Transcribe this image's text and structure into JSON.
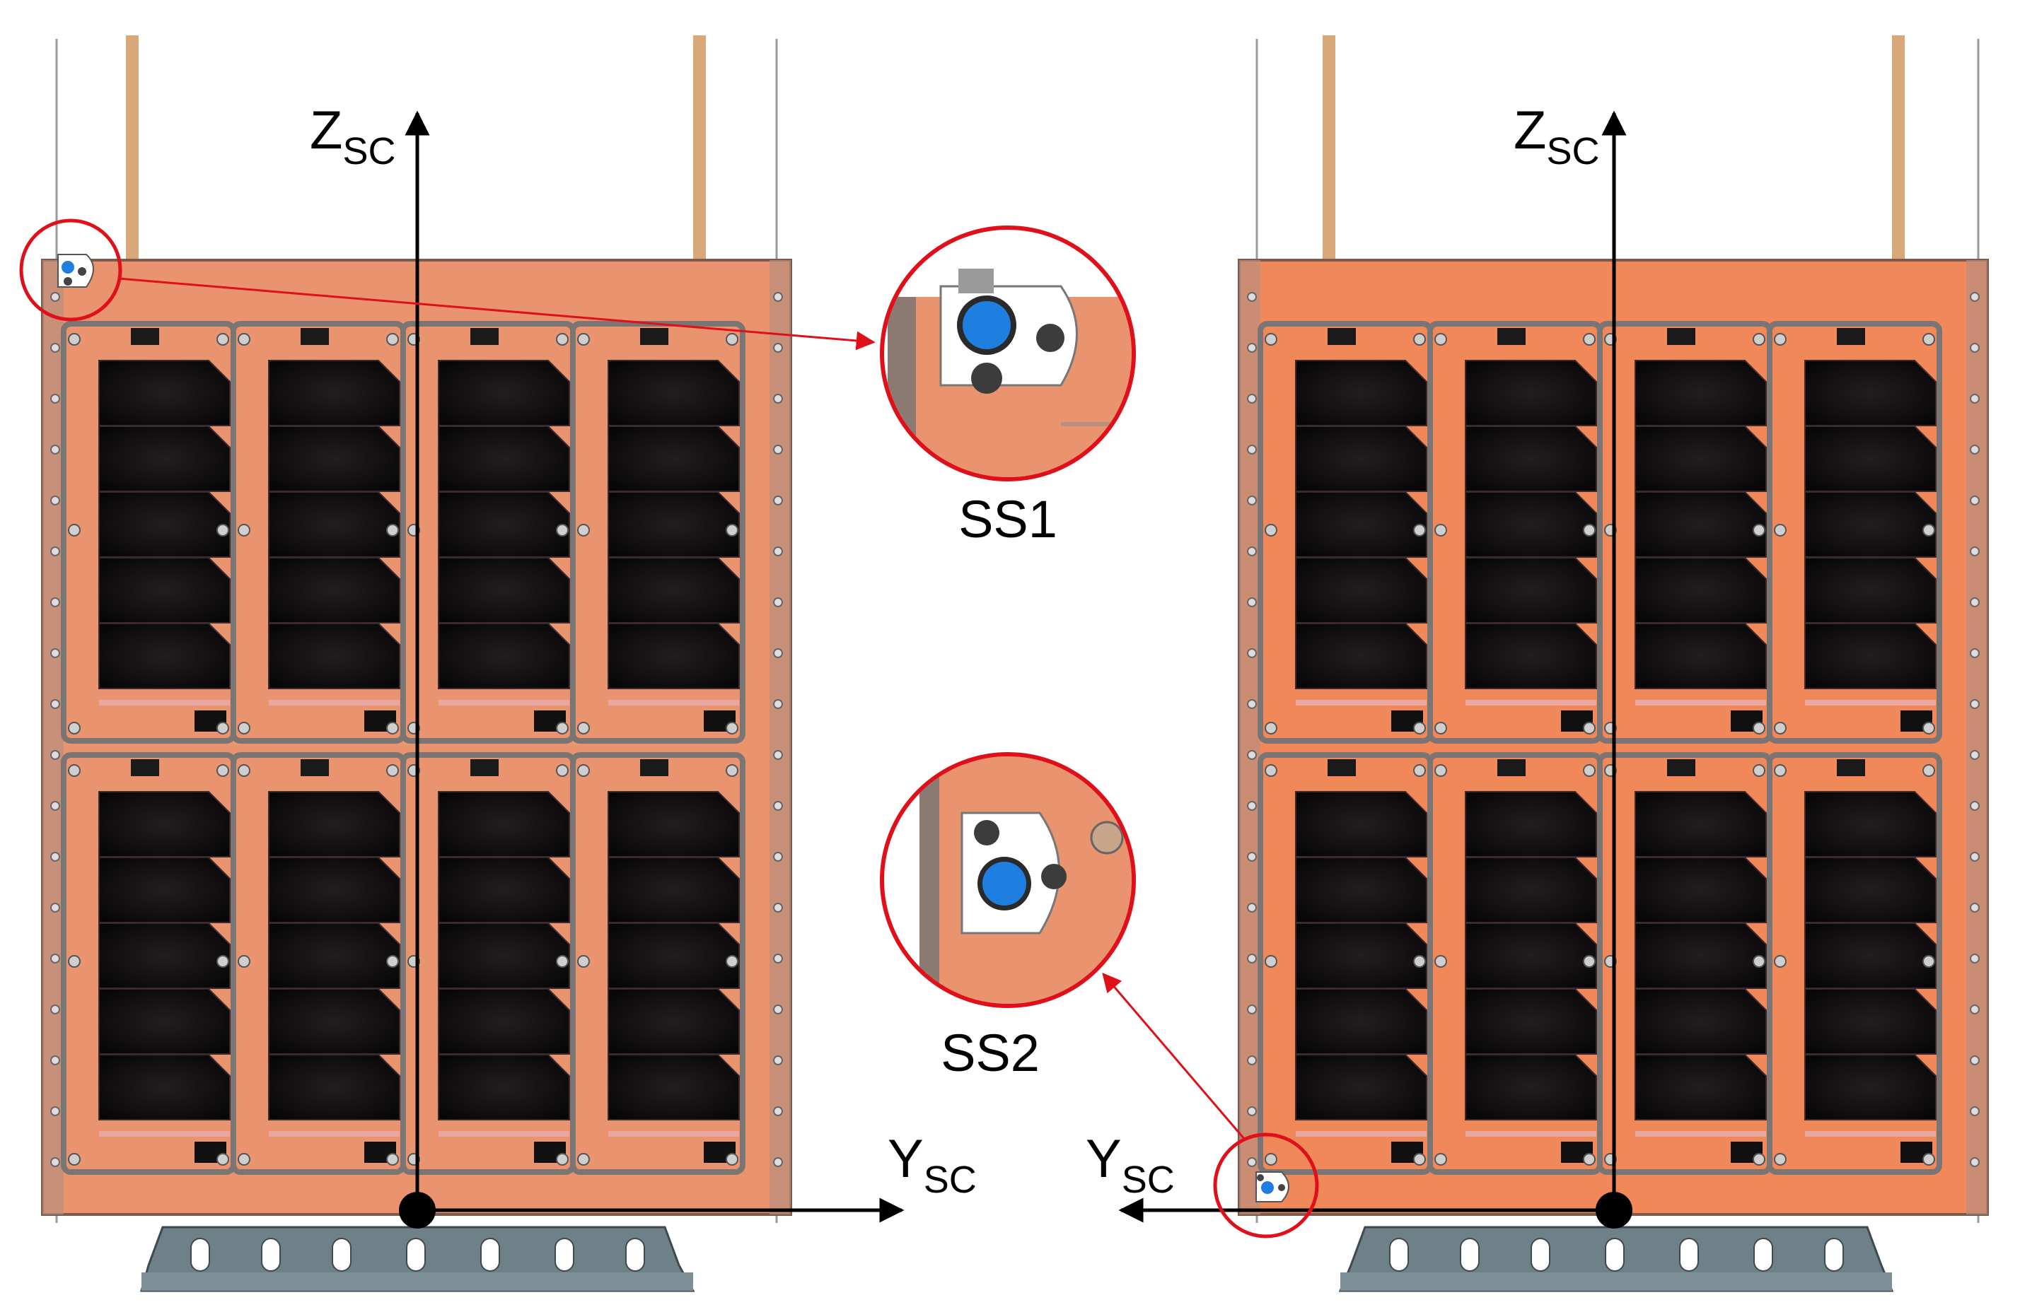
{
  "axes": {
    "z_main": "Z",
    "z_sub": "SC",
    "y_main": "Y",
    "y_sub": "SC"
  },
  "callouts": {
    "ss1": "SS1",
    "ss2": "SS2"
  },
  "colors": {
    "panel_left": "#E9936F",
    "panel_right": "#F0885A",
    "cell": "#0D0B0C",
    "cell_frame": "#7A7572",
    "callout_ring": "#E0101A",
    "sensor_blue": "#1E7FE0",
    "adapter": "#6E8088",
    "rod": "#D9A878"
  }
}
